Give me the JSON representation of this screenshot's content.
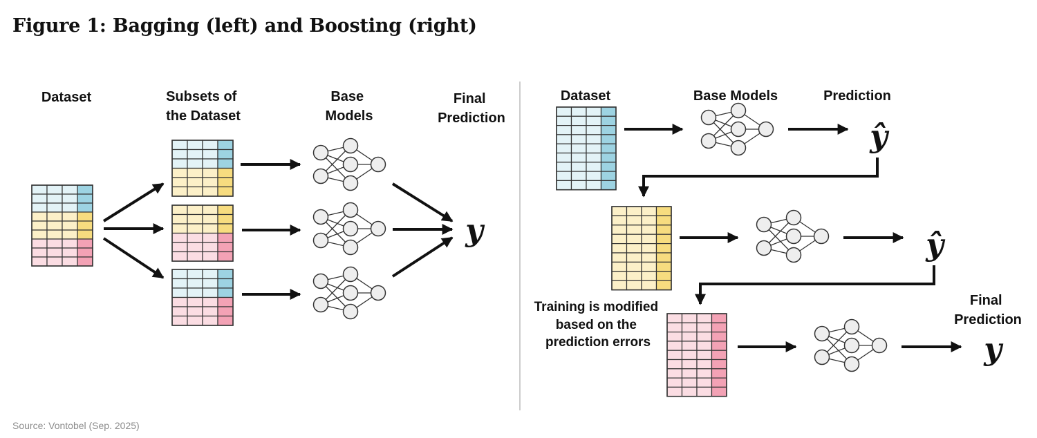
{
  "figure": {
    "title": "Figure 1: Bagging (left) and Boosting (right)",
    "source": "Source: Vontobel (Sep. 2025)"
  },
  "colors": {
    "blue_light": "#e3f3f7",
    "blue_accent": "#9dd3e2",
    "yellow_light": "#fcf0c8",
    "yellow_accent": "#f7dc7f",
    "pink_light": "#fbdde3",
    "pink_accent": "#f3a2b5",
    "grid_line": "#333333",
    "node_fill": "#eeeeee",
    "divider": "#cccccc"
  },
  "bagging": {
    "dataset_label": "Dataset",
    "subsets_label": [
      "Subsets of",
      "the Dataset"
    ],
    "base_models_label": [
      "Base",
      "Models"
    ],
    "final_prediction_label": [
      "Final",
      "Prediction"
    ],
    "output_symbol": "y",
    "subset_count": 3
  },
  "boosting": {
    "dataset_label": "Dataset",
    "base_models_label": "Base Models",
    "prediction_label": "Prediction",
    "prediction_symbol": "ŷ",
    "training_note": [
      "Training is modified",
      "based on the",
      "prediction errors"
    ],
    "final_prediction_label": [
      "Final",
      "Prediction"
    ],
    "output_symbol": "y",
    "stage_count": 3
  }
}
